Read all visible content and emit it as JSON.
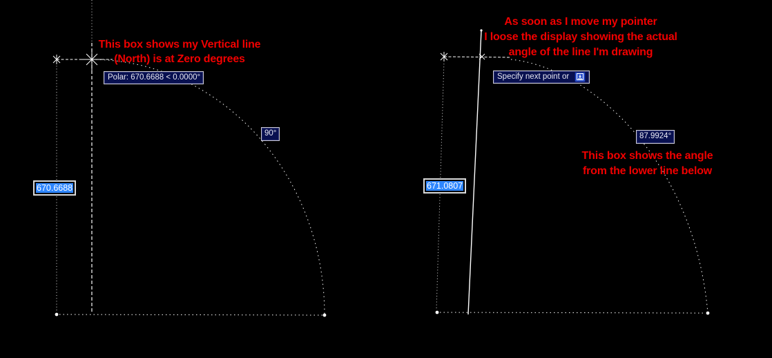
{
  "colors": {
    "background": "#000000",
    "annotation_red": "#f10000",
    "tooltip_bg": "#081050",
    "tooltip_border": "#cdcdda",
    "selection_blue": "#2e86ff",
    "line_color": "#ffffff"
  },
  "left_panel": {
    "annotation": "This box shows my Vertical line\n(North) is at Zero degrees",
    "polar_tooltip": "Polar: 670.6688 < 0.0000°",
    "angle_badge": "90°",
    "length_field": "670.6688"
  },
  "right_panel": {
    "annotation_top": "As soon as I move my pointer\nI loose the display showing the actual\nangle of the line I'm drawing",
    "prompt_tooltip": "Specify next point or",
    "prompt_icon": "down-arrow-key-icon",
    "angle_badge": "87.9924°",
    "length_field": "671.0807",
    "annotation_bottom": "This box shows the angle\nfrom the lower line below"
  }
}
